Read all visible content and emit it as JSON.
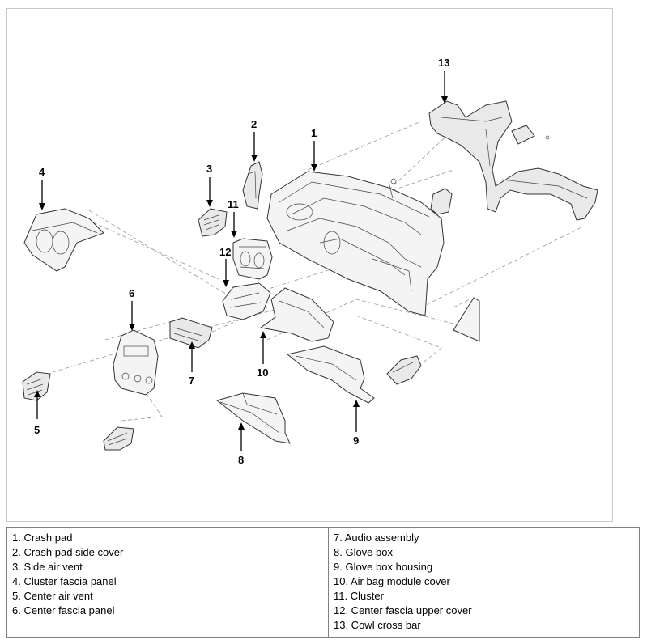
{
  "callouts": [
    "1",
    "2",
    "3",
    "4",
    "5",
    "6",
    "7",
    "8",
    "9",
    "10",
    "11",
    "12",
    "13"
  ],
  "legend": {
    "left": [
      "1. Crash pad",
      "2. Crash pad side cover",
      "3. Side air vent",
      "4. Cluster fascia panel",
      "5. Center air vent",
      "6. Center fascia panel"
    ],
    "right": [
      "7. Audio assembly",
      "8. Glove box",
      "9. Glove box housing",
      "10. Air bag module cover",
      "11. Cluster",
      "12. Center fascia upper cover",
      "13. Cowl cross bar"
    ]
  }
}
